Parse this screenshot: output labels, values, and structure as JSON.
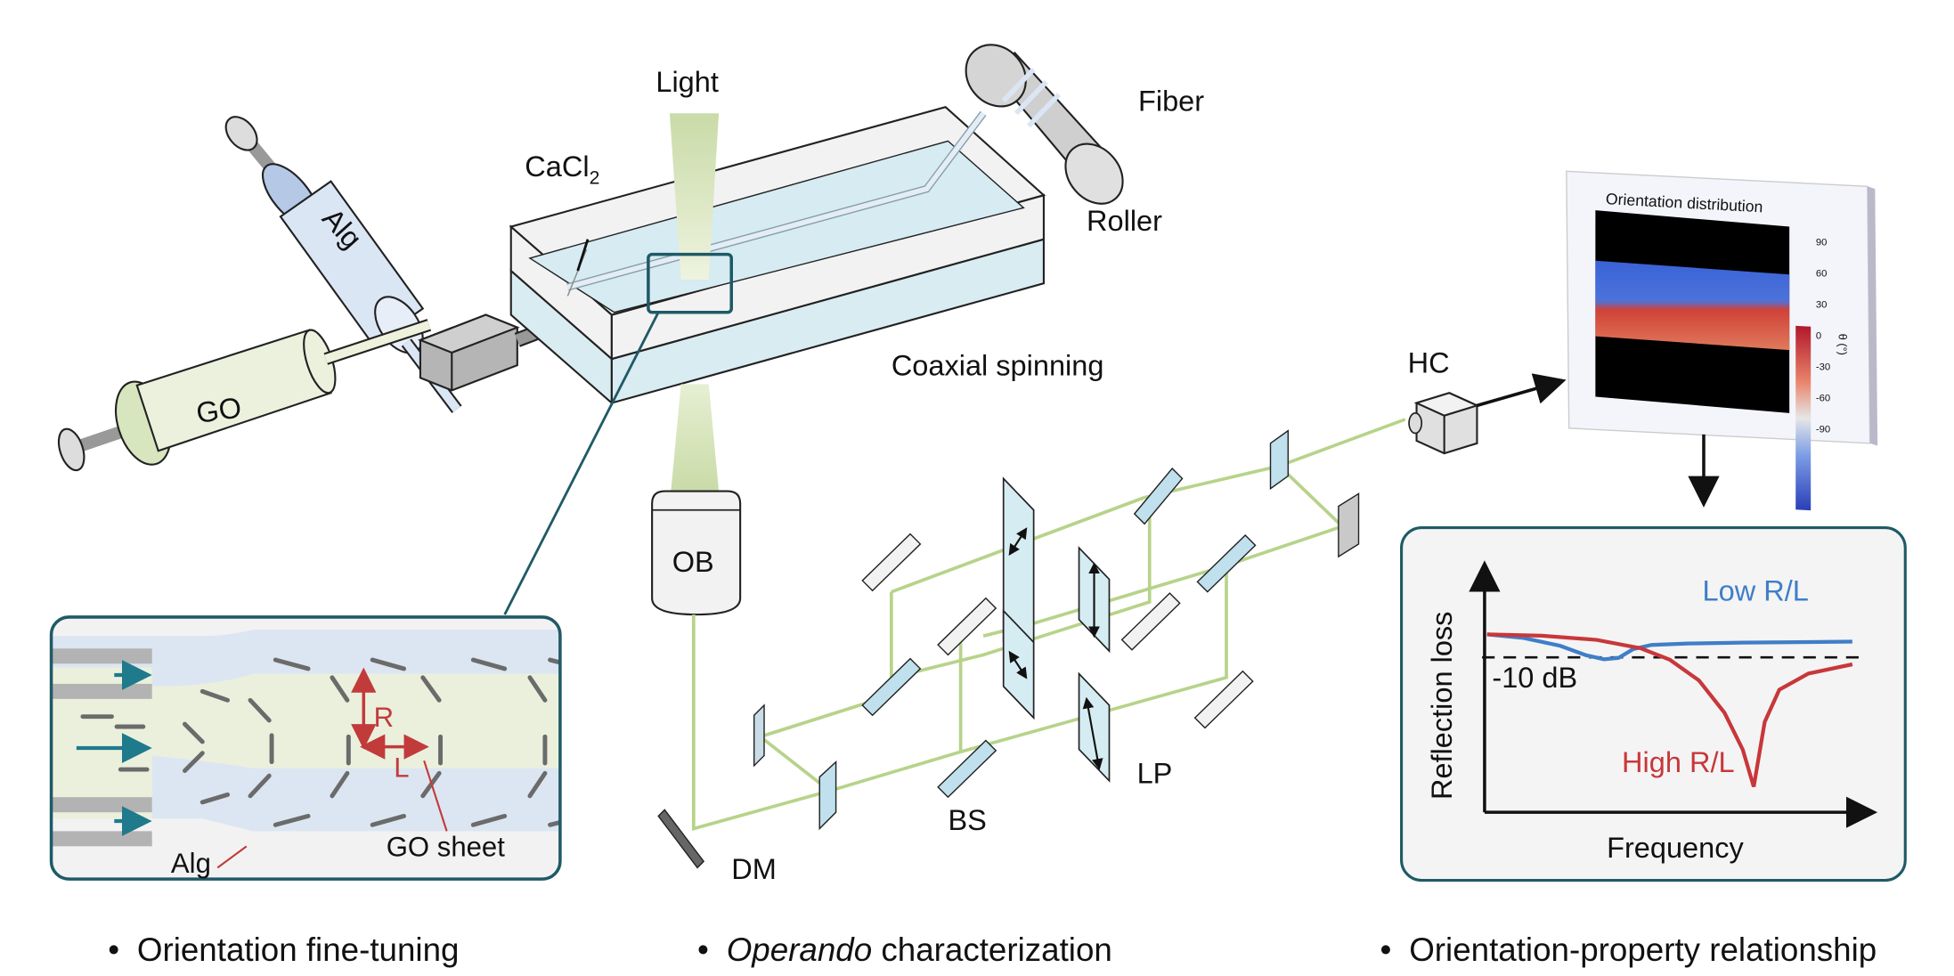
{
  "labels": {
    "light": "Light",
    "cacl2_main": "CaCl",
    "cacl2_sub": "2",
    "fiber": "Fiber",
    "roller": "Roller",
    "alg_syringe": "Alg",
    "go_syringe": "GO",
    "coaxial_spinning": "Coaxial spinning",
    "ob": "OB",
    "dm": "DM",
    "bs": "BS",
    "lp": "LP",
    "hc": "HC"
  },
  "inset": {
    "r_label": "R",
    "l_label": "L",
    "alg_label": "Alg",
    "go_sheet_label": "GO sheet"
  },
  "captions": [
    {
      "bullet": "•",
      "text": "Orientation fine-tuning",
      "italic_prefix": ""
    },
    {
      "bullet": "•",
      "text": " characterization",
      "italic_prefix": "Operando"
    },
    {
      "bullet": "•",
      "text": "Orientation-property relationship",
      "italic_prefix": ""
    }
  ],
  "orientation_panel": {
    "title": "Orientation distribution",
    "colorbar_ticks": [
      "90",
      "60",
      "30",
      "0",
      "-30",
      "-60",
      "-90"
    ],
    "colorbar_label": "θ (°)",
    "colors": {
      "high": "#c0282d",
      "mid": "#e6e6e6",
      "low": "#2c4fc4"
    }
  },
  "colors": {
    "beam": "#b7d38a",
    "teal_frame": "#1f5a66",
    "red_annot": "#c23b3b",
    "blue_curve": "#3f7ec8",
    "red_curve": "#c8373a"
  },
  "chart_data": {
    "type": "line",
    "title": "",
    "xlabel": "Frequency",
    "ylabel": "Reflection loss",
    "threshold": {
      "label": "-10 dB",
      "value": -10
    },
    "ylim": [
      -40,
      2
    ],
    "xlim": [
      0,
      1
    ],
    "series": [
      {
        "name": "Low R/L",
        "x": [
          0,
          0.1,
          0.2,
          0.27,
          0.32,
          0.36,
          0.4,
          0.45,
          0.55,
          0.7,
          0.85,
          1.0
        ],
        "values": [
          -5,
          -5.8,
          -7.5,
          -9.5,
          -10.4,
          -10.1,
          -8.2,
          -7.3,
          -7.0,
          -6.8,
          -6.7,
          -6.6
        ]
      },
      {
        "name": "High R/L",
        "x": [
          0,
          0.15,
          0.3,
          0.42,
          0.5,
          0.58,
          0.65,
          0.7,
          0.73,
          0.76,
          0.8,
          0.88,
          1.0
        ],
        "values": [
          -5,
          -5.3,
          -6.2,
          -8.0,
          -10.5,
          -15,
          -22,
          -30,
          -38,
          -24,
          -17,
          -13.5,
          -11.5
        ]
      }
    ]
  }
}
